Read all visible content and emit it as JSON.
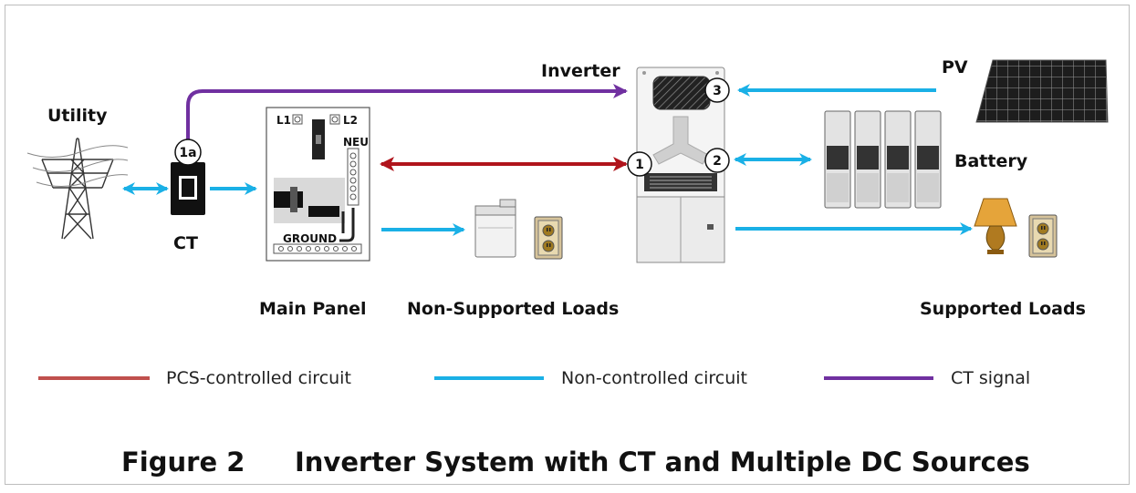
{
  "labels": {
    "utility": "Utility",
    "ct": "CT",
    "inverter": "Inverter",
    "pv": "PV",
    "battery": "Battery",
    "main_panel": "Main Panel",
    "non_supported_loads": "Non-Supported Loads",
    "supported_loads": "Supported Loads"
  },
  "panel": {
    "l1": "L1",
    "l2": "L2",
    "neu": "NEU",
    "ground": "GROUND"
  },
  "markers": {
    "m1a": "1a",
    "m1": "1",
    "m2": "2",
    "m3": "3"
  },
  "legend": [
    {
      "label": "PCS-controlled circuit",
      "color": "#c0504d"
    },
    {
      "label": "Non-controlled circuit",
      "color": "#1ab0e6"
    },
    {
      "label": "CT signal",
      "color": "#7030a0"
    }
  ],
  "caption": {
    "number": "Figure 2",
    "title": "Inverter System with CT and Multiple DC Sources"
  },
  "colors": {
    "pcs_controlled": "#b0141c",
    "non_controlled": "#1ab0e6",
    "ct_signal": "#7030a0"
  }
}
